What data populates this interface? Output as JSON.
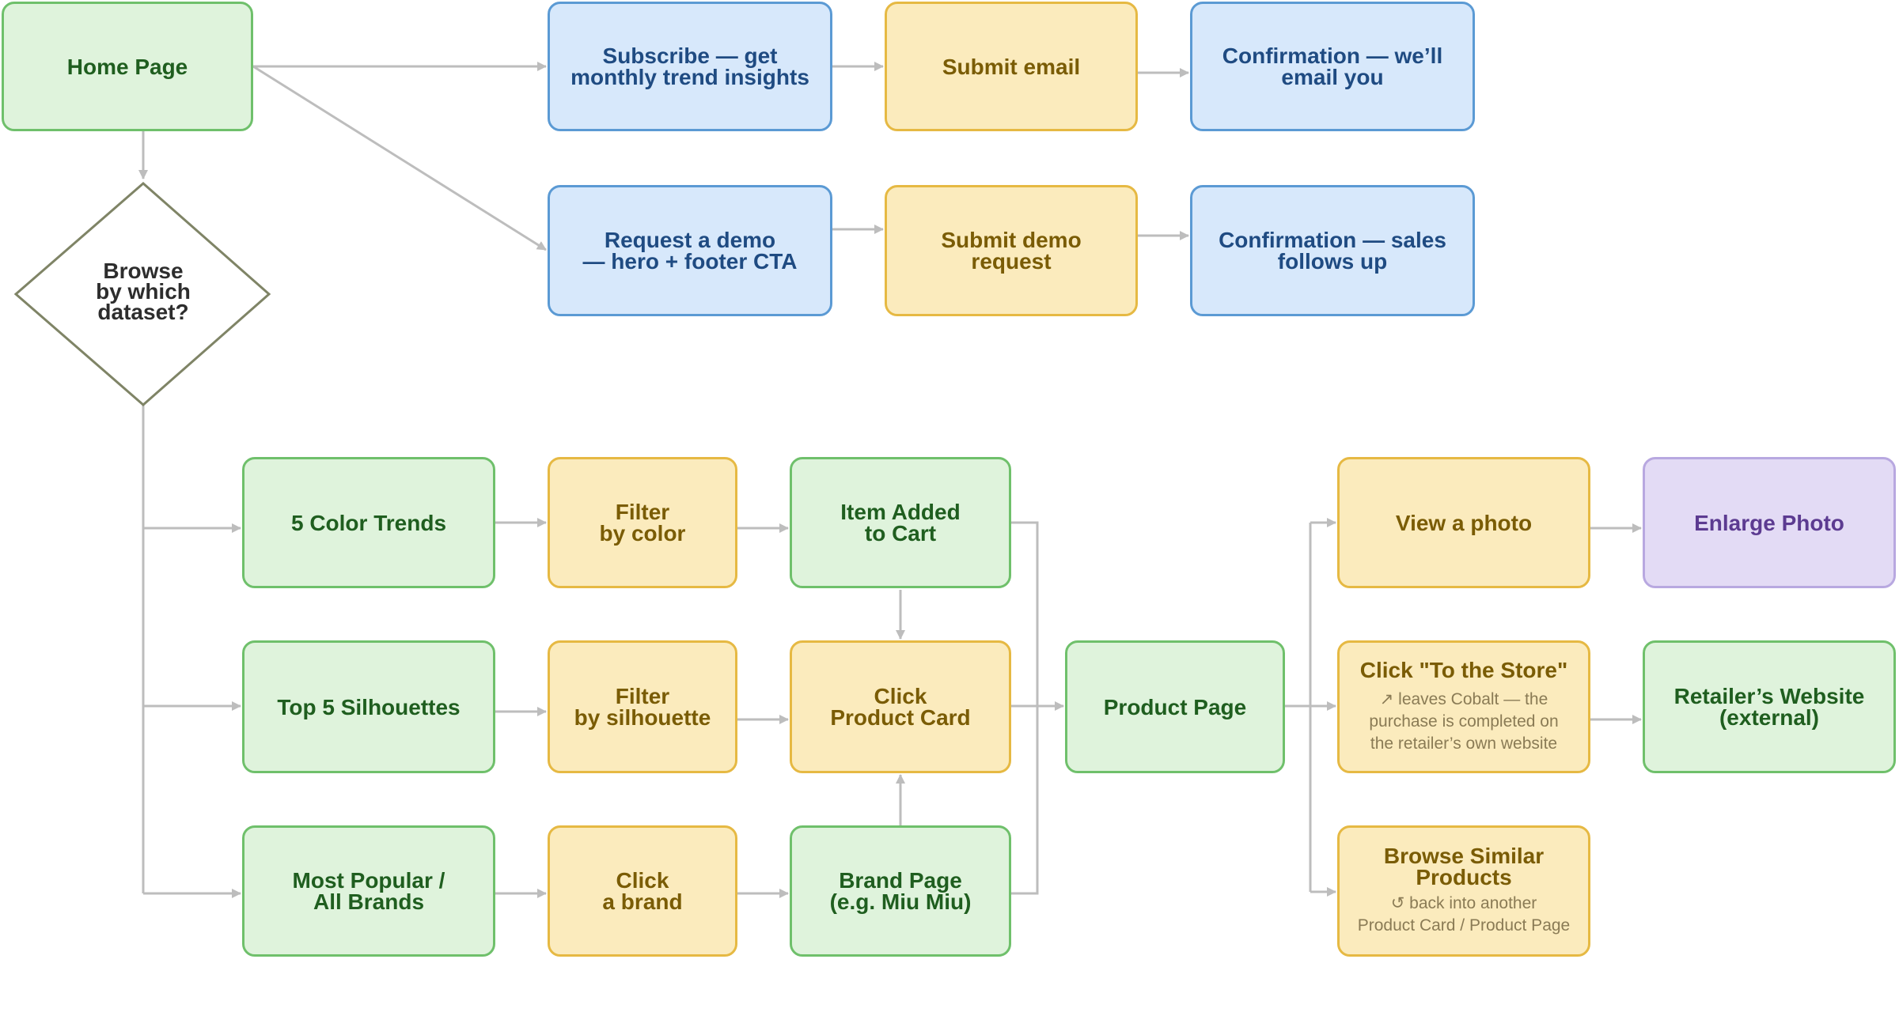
{
  "nodes": {
    "home": "Home Page",
    "subscribe": "Subscribe — get\nmonthly trend insights",
    "submit_email": "Submit email",
    "confirm_email": "Confirmation — we’ll\nemail you",
    "request_demo": "Request a demo\n— hero + footer CTA",
    "submit_demo": "Submit demo\nrequest",
    "confirm_sales": "Confirmation — sales\nfollows up",
    "browse_decision": "Browse\nby which\ndataset?",
    "color_trends": "5 Color Trends",
    "filter_color": "Filter\nby color",
    "item_added": "Item Added\nto Cart",
    "silhouettes": "Top 5 Silhouettes",
    "filter_silhouette": "Filter\nby silhouette",
    "click_product_card": "Click\nProduct Card",
    "most_popular": "Most Popular /\nAll Brands",
    "click_brand": "Click\na brand",
    "brand_page": "Brand Page\n(e.g. Miu Miu)",
    "product_page": "Product Page",
    "view_photo": "View a photo",
    "enlarge_photo": "Enlarge Photo",
    "to_store": "Click \"To the Store\"",
    "to_store_note": "↗ leaves Cobalt — the\npurchase is completed on\nthe retailer’s own website",
    "retailer": "Retailer’s Website\n(external)",
    "browse_similar": "Browse Similar\nProducts",
    "browse_similar_note": "↺ back into another\nProduct Card / Product Page"
  },
  "colors": {
    "green": "#dff3dc",
    "blue": "#d7e8fb",
    "yellow": "#fbebbd",
    "purple": "#e3dbf5",
    "connector": "#bdbdbd",
    "decision_border": "#7f8466"
  }
}
